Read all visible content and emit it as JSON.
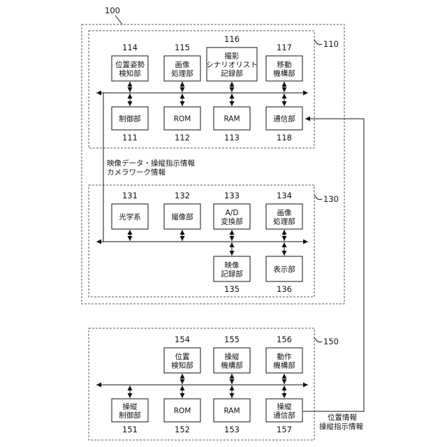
{
  "system": {
    "ref": "100"
  },
  "sections": [
    {
      "ref": "110",
      "blocks": [
        {
          "ref": "114",
          "lines": [
            "位置姿勢",
            "検知部"
          ]
        },
        {
          "ref": "115",
          "lines": [
            "画像",
            "処理部"
          ]
        },
        {
          "ref": "116",
          "lines": [
            "撮影",
            "シナリオリスト",
            "記録部"
          ]
        },
        {
          "ref": "117",
          "lines": [
            "移動",
            "機構部"
          ]
        },
        {
          "ref": "111",
          "lines": [
            "制御部"
          ]
        },
        {
          "ref": "112",
          "lines": [
            "ROM"
          ]
        },
        {
          "ref": "113",
          "lines": [
            "RAM"
          ]
        },
        {
          "ref": "118",
          "lines": [
            "通信部"
          ]
        }
      ]
    },
    {
      "ref": "130",
      "blocks": [
        {
          "ref": "131",
          "lines": [
            "光学系"
          ]
        },
        {
          "ref": "132",
          "lines": [
            "撮像部"
          ]
        },
        {
          "ref": "133",
          "lines": [
            "A/D",
            "変換部"
          ]
        },
        {
          "ref": "134",
          "lines": [
            "画像",
            "処理部"
          ]
        },
        {
          "ref": "135",
          "lines": [
            "映像",
            "記録部"
          ]
        },
        {
          "ref": "136",
          "lines": [
            "表示部"
          ]
        }
      ]
    },
    {
      "ref": "150",
      "blocks": [
        {
          "ref": "154",
          "lines": [
            "位置",
            "検知部"
          ]
        },
        {
          "ref": "155",
          "lines": [
            "操縦",
            "機構部"
          ]
        },
        {
          "ref": "156",
          "lines": [
            "動作",
            "機構部"
          ]
        },
        {
          "ref": "151",
          "lines": [
            "操縦",
            "制御部"
          ]
        },
        {
          "ref": "152",
          "lines": [
            "ROM"
          ]
        },
        {
          "ref": "153",
          "lines": [
            "RAM"
          ]
        },
        {
          "ref": "157",
          "lines": [
            "操縦",
            "通信部"
          ]
        }
      ]
    }
  ],
  "annotations": {
    "inter_bus": [
      "映像データ・操縦指示情報",
      "カメラワーク情報"
    ],
    "comm_link": [
      "位置情報",
      "操縦指示情報"
    ]
  }
}
